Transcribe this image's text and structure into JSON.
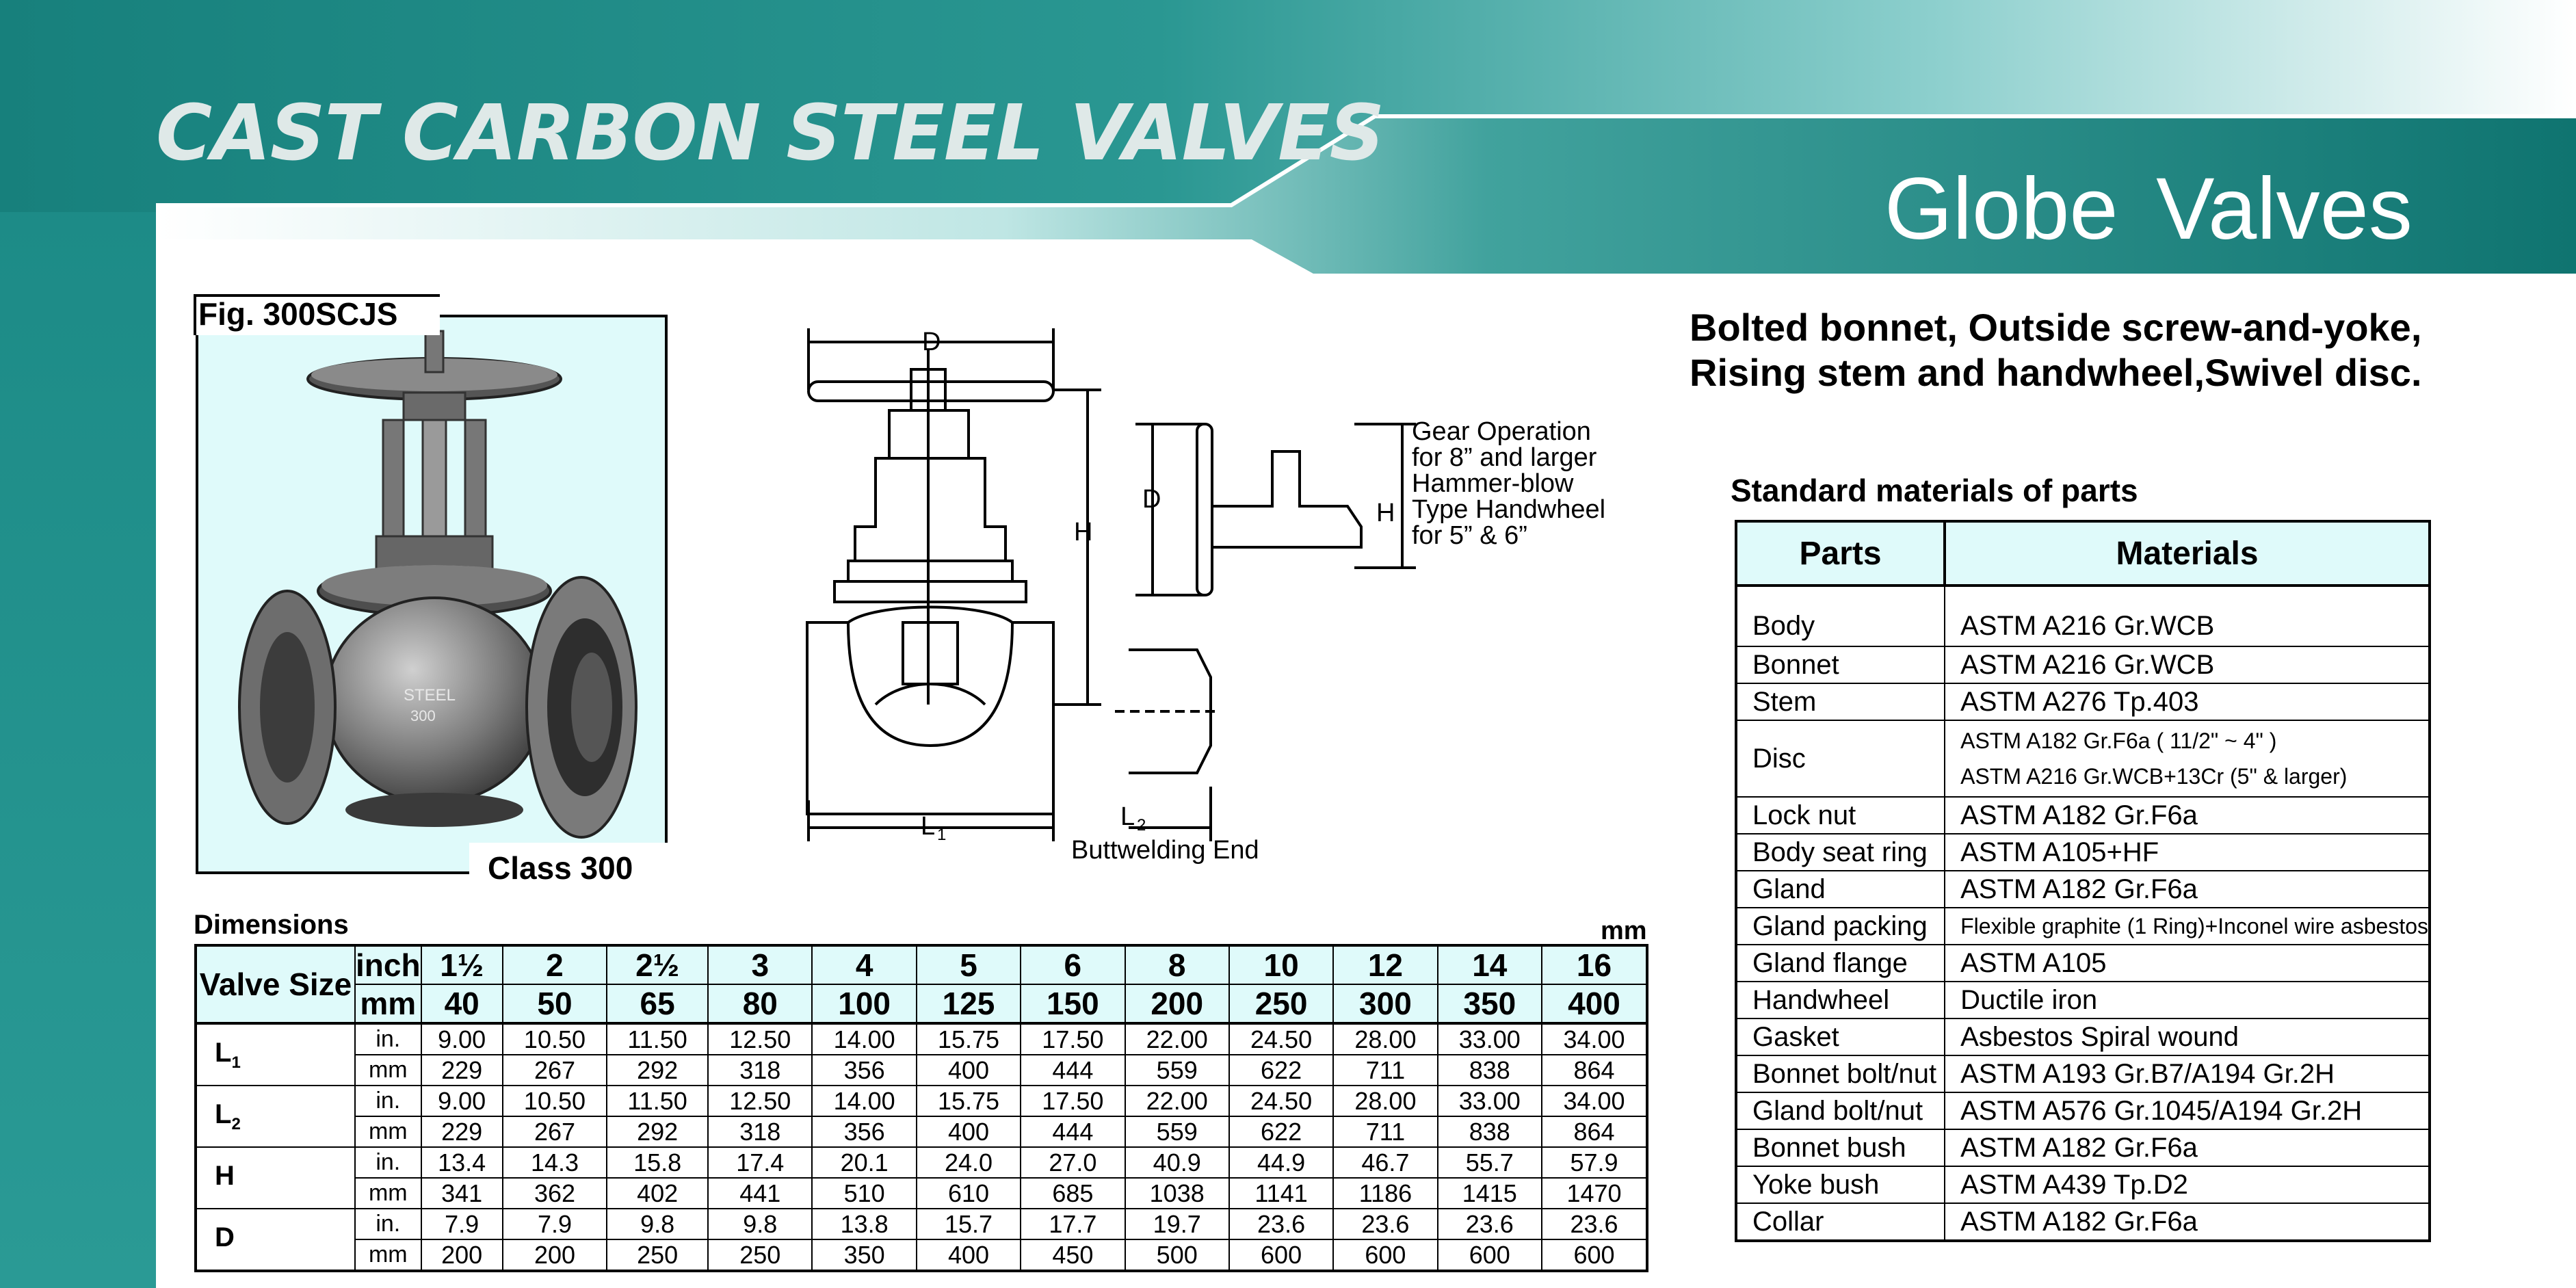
{
  "header": {
    "title": "CAST CARBON STEEL VALVES",
    "subtitle": "Globe Valves"
  },
  "figure": {
    "label": "Fig. 300SCJS",
    "class_label": "Class 300"
  },
  "drawing": {
    "dim_d": "D",
    "dim_h": "H",
    "dim_l1": "L",
    "dim_l1_sub": "1",
    "dim_l2": "L",
    "dim_l2_sub": "2",
    "gear_note": [
      "Gear Operation",
      "for 8” and larger",
      "Hammer-blow",
      "Type Handwheel",
      "for 5” & 6”"
    ],
    "buttwelding_note": "Buttwelding End"
  },
  "description": {
    "line1": "Bolted bonnet, Outside screw-and-yoke,",
    "line2": "Rising stem and handwheel,Swivel disc."
  },
  "materials": {
    "title": "Standard materials of parts",
    "col_parts": "Parts",
    "col_materials": "Materials",
    "rows": [
      {
        "part": "Body",
        "material": "ASTM A216 Gr.WCB"
      },
      {
        "part": "Bonnet",
        "material": "ASTM A216 Gr.WCB"
      },
      {
        "part": "Stem",
        "material": "ASTM A276 Tp.403"
      },
      {
        "part": "Disc",
        "material": "ASTM A182 Gr.F6a ( 11/2\" ~ 4\" )",
        "material2": "ASTM A216 Gr.WCB+13Cr (5\" & larger)"
      },
      {
        "part": "Lock nut",
        "material": "ASTM A182 Gr.F6a"
      },
      {
        "part": "Body seat ring",
        "material": "ASTM A105+HF"
      },
      {
        "part": "Gland",
        "material": "ASTM A182 Gr.F6a"
      },
      {
        "part": "Gland packing",
        "material": "Flexible graphite (1 Ring)+Inconel wire asbestos"
      },
      {
        "part": "Gland flange",
        "material": "ASTM A105"
      },
      {
        "part": "Handwheel",
        "material": "Ductile iron"
      },
      {
        "part": "Gasket",
        "material": "Asbestos Spiral wound"
      },
      {
        "part": "Bonnet bolt/nut",
        "material": "ASTM A193 Gr.B7/A194 Gr.2H"
      },
      {
        "part": "Gland bolt/nut",
        "material": "ASTM A576 Gr.1045/A194 Gr.2H"
      },
      {
        "part": "Bonnet bush",
        "material": "ASTM A182 Gr.F6a"
      },
      {
        "part": "Yoke bush",
        "material": "ASTM A439 Tp.D2"
      },
      {
        "part": "Collar",
        "material": "ASTM A182 Gr.F6a"
      }
    ]
  },
  "dimensions": {
    "title": "Dimensions",
    "unit": "mm",
    "valve_size_label": "Valve Size",
    "inch_label": "inch",
    "mm_label": "mm",
    "sizes_inch": [
      "1½",
      "2",
      "2½",
      "3",
      "4",
      "5",
      "6",
      "8",
      "10",
      "12",
      "14",
      "16"
    ],
    "sizes_mm": [
      "40",
      "50",
      "65",
      "80",
      "100",
      "125",
      "150",
      "200",
      "250",
      "300",
      "350",
      "400"
    ],
    "rows": [
      {
        "label": "L",
        "sub": "1",
        "in": [
          "9.00",
          "10.50",
          "11.50",
          "12.50",
          "14.00",
          "15.75",
          "17.50",
          "22.00",
          "24.50",
          "28.00",
          "33.00",
          "34.00"
        ],
        "mm": [
          "229",
          "267",
          "292",
          "318",
          "356",
          "400",
          "444",
          "559",
          "622",
          "711",
          "838",
          "864"
        ]
      },
      {
        "label": "L",
        "sub": "2",
        "in": [
          "9.00",
          "10.50",
          "11.50",
          "12.50",
          "14.00",
          "15.75",
          "17.50",
          "22.00",
          "24.50",
          "28.00",
          "33.00",
          "34.00"
        ],
        "mm": [
          "229",
          "267",
          "292",
          "318",
          "356",
          "400",
          "444",
          "559",
          "622",
          "711",
          "838",
          "864"
        ]
      },
      {
        "label": "H",
        "sub": "",
        "in": [
          "13.4",
          "14.3",
          "15.8",
          "17.4",
          "20.1",
          "24.0",
          "27.0",
          "40.9",
          "44.9",
          "46.7",
          "55.7",
          "57.9"
        ],
        "mm": [
          "341",
          "362",
          "402",
          "441",
          "510",
          "610",
          "685",
          "1038",
          "1141",
          "1186",
          "1415",
          "1470"
        ]
      },
      {
        "label": "D",
        "sub": "",
        "in": [
          "7.9",
          "7.9",
          "9.8",
          "9.8",
          "13.8",
          "15.7",
          "17.7",
          "19.7",
          "23.6",
          "23.6",
          "23.6",
          "23.6"
        ],
        "mm": [
          "200",
          "200",
          "250",
          "250",
          "350",
          "400",
          "450",
          "500",
          "600",
          "600",
          "600",
          "600"
        ]
      }
    ],
    "in_label": "in."
  },
  "colors": {
    "teal": "#1d8a86",
    "teal_dark": "#0f7a75",
    "light_cyan": "#dffafa"
  }
}
